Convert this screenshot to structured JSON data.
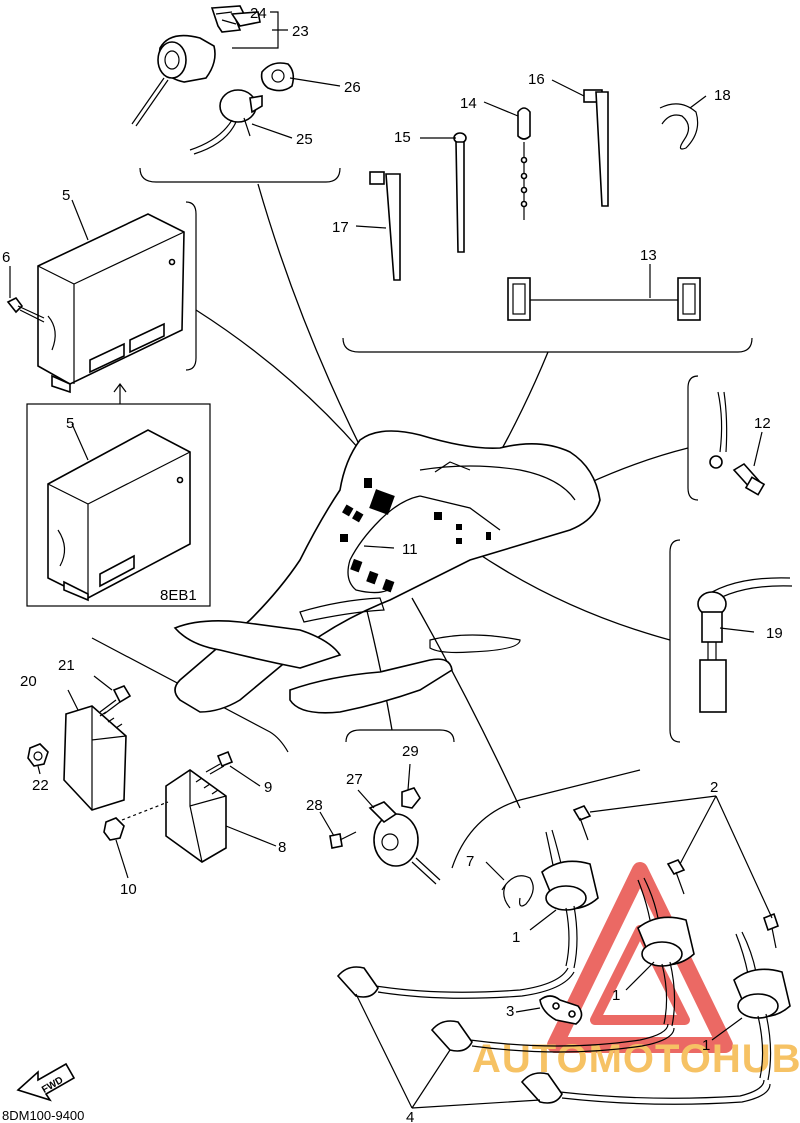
{
  "callouts": {
    "c1a": "1",
    "c1b": "1",
    "c1c": "1",
    "c2": "2",
    "c3": "3",
    "c4": "4",
    "c5a": "5",
    "c5b": "5",
    "c6": "6",
    "c7": "7",
    "c8": "8",
    "c9": "9",
    "c10": "10",
    "c11": "11",
    "c12": "12",
    "c13": "13",
    "c14": "14",
    "c15": "15",
    "c16": "16",
    "c17": "17",
    "c18": "18",
    "c19": "19",
    "c20": "20",
    "c21": "21",
    "c22": "22",
    "c23": "23",
    "c24": "24",
    "c25": "25",
    "c26": "26",
    "c27": "27",
    "c28": "28",
    "c29": "29"
  },
  "variant_label": "8EB1",
  "fwd_arrow_text": "FWD",
  "figure_code": "8DM100-9400",
  "watermark": "AUTOMOTOHUB",
  "colors": {
    "line": "#000000",
    "watermark_red": "#e8504a",
    "watermark_orange": "#f5b84a",
    "watermark_gray": "#8a8a8a"
  }
}
